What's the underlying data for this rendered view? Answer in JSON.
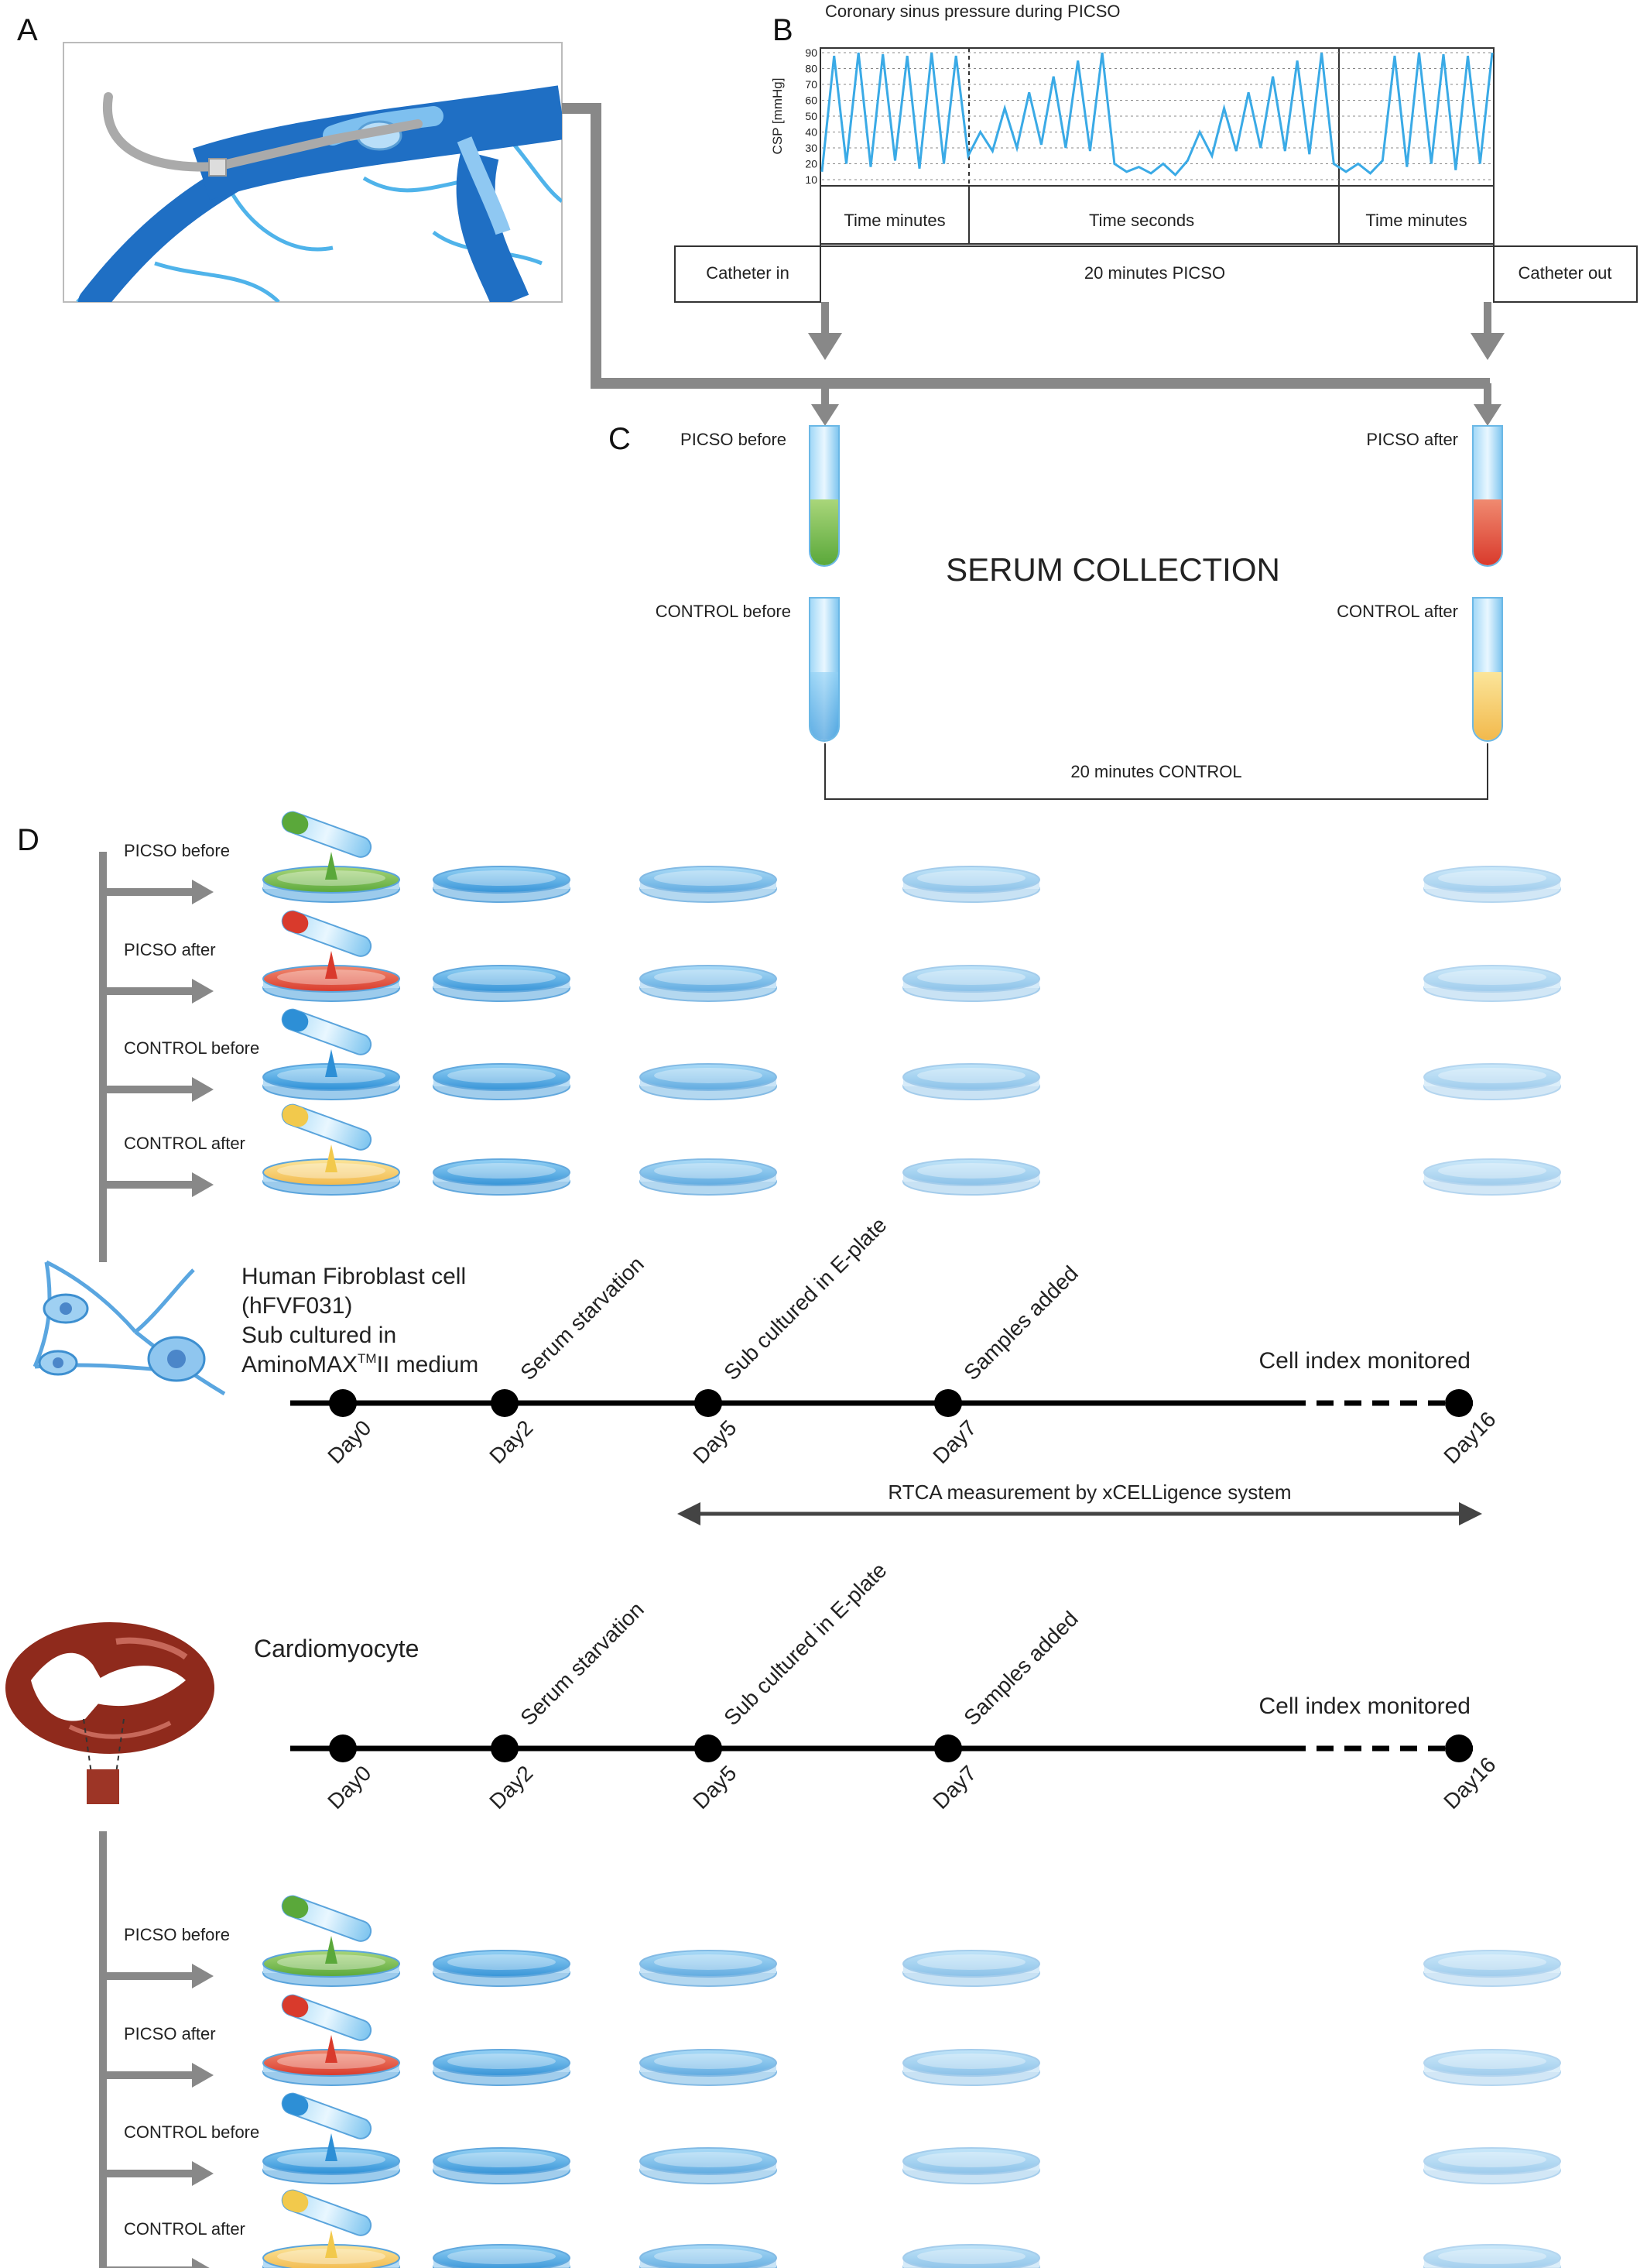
{
  "panels": {
    "a": "A",
    "b": "B",
    "c": "C",
    "d": "D"
  },
  "chart_b": {
    "title": "Coronary sinus pressure during PICSO",
    "ylabel": "CSP [mmHg]",
    "y_ticks": [
      "90",
      "80",
      "70",
      "60",
      "50",
      "40",
      "30",
      "20",
      "10"
    ],
    "phases": [
      "Time minutes",
      "Time seconds",
      "Time minutes"
    ],
    "procedure": {
      "start": "Catheter in",
      "middle": "20 minutes PICSO",
      "end": "Catheter out"
    },
    "chart_data": {
      "type": "line",
      "title": "Coronary sinus pressure during PICSO",
      "xlabel": "",
      "ylabel": "CSP [mmHg]",
      "ylim": [
        10,
        90
      ],
      "series": [
        {
          "values": [
            15,
            88,
            20,
            90,
            18,
            89,
            22,
            88,
            17,
            90,
            20,
            88,
            25,
            40,
            28,
            55,
            30,
            65,
            32,
            75,
            30,
            85,
            28,
            90,
            20,
            15,
            18,
            14,
            20,
            13,
            22,
            40,
            25,
            55,
            28,
            65,
            30,
            75,
            28,
            85,
            26,
            90,
            20,
            15,
            20,
            14,
            22,
            88,
            18,
            90,
            20,
            89,
            16,
            88,
            20,
            90
          ]
        }
      ]
    }
  },
  "serum": {
    "title": "SERUM COLLECTION",
    "tubes": [
      "PICSO before",
      "PICSO after",
      "CONTROL before",
      "CONTROL after"
    ],
    "control_duration": "20 minutes CONTROL"
  },
  "fibroblast": {
    "label_line1": "Human Fibroblast cell",
    "label_line2": "(hFVF031)",
    "label_line3": "Sub cultured in",
    "label_line4a": "AminoMAX",
    "label_tm": "TM",
    "label_line4b": "II medium",
    "rows": [
      "PICSO before",
      "PICSO after",
      "CONTROL before",
      "CONTROL after"
    ]
  },
  "cardio": {
    "label": "Cardiomyocyte",
    "rows": [
      "PICSO before",
      "PICSO after",
      "CONTROL before",
      "CONTROL after"
    ]
  },
  "timeline": {
    "days": [
      "Day0",
      "Day2",
      "Day5",
      "Day7",
      "Day16"
    ],
    "events": [
      "Serum starvation",
      "Sub cultured in E-plate",
      "Samples added"
    ],
    "monitor": "Cell index monitored",
    "rtca": "RTCA measurement by xCELLigence system"
  },
  "colors": {
    "arrow": "#888888",
    "vessel": "#1f6fc4",
    "picso_before": "#5aa83a",
    "picso_after": "#d93a2c",
    "control_before": "#2d8fd6",
    "control_after": "#f2c94c",
    "heart": "#8f2a1c"
  }
}
